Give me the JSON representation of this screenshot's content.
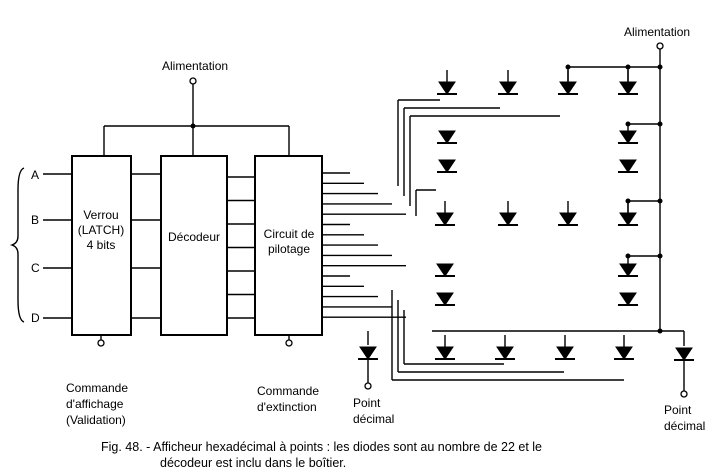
{
  "inputs": [
    "A",
    "B",
    "C",
    "D"
  ],
  "power_left": "Alimentation",
  "power_right": "Alimentation",
  "latch": [
    "Verrou",
    "(LATCH)",
    "4 bits"
  ],
  "decoder": "Décodeur",
  "driver": [
    "Circuit de",
    "pilotage"
  ],
  "cmd_display": [
    "Commande",
    "d'affichage",
    "(Validation)"
  ],
  "cmd_extinction": [
    "Commande",
    "d'extinction"
  ],
  "dp_left": [
    "Point",
    "décimal"
  ],
  "dp_right": [
    "Point",
    "décimal"
  ],
  "caption": [
    "Fig. 48. - Afficheur hexadécimal à points : les diodes sont au nombre de 22 et le",
    "décodeur est inclu dans le boîtier."
  ]
}
